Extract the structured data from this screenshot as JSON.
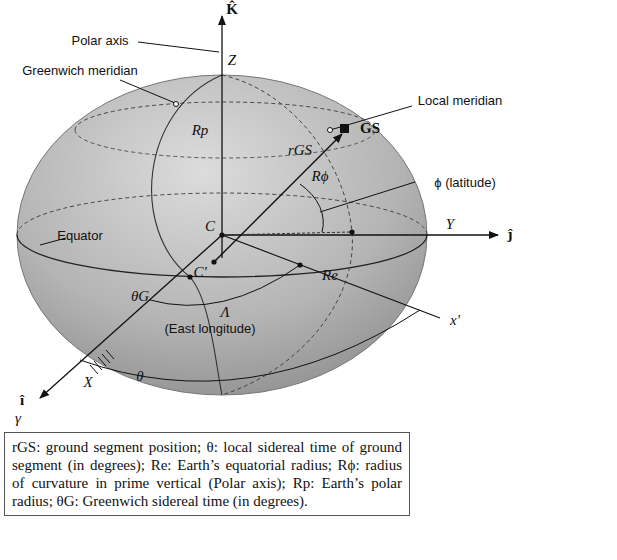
{
  "diagram": {
    "caption": "rGS: ground segment position; θ: local sidereal time of ground segment (in degrees); Re: Earth’s equatorial radius; Rϕ: radius of curvature in prime vertical (Polar axis); Rp: Earth’s polar radius; θG: Greenwich sidereal time (in degrees).",
    "labels": [
      "K̂",
      "Polar axis",
      "Z",
      "Greenwich meridian",
      "Rp",
      "rGS",
      "GS",
      "Local meridian",
      "Rϕ",
      "Y",
      "ĵ",
      "Equator",
      "C",
      "C'",
      "ϕ (latitude)",
      "Re",
      "θG",
      "Λ",
      "(East longitude)",
      "x'",
      "î",
      "X",
      "γ",
      "θ"
    ]
  }
}
